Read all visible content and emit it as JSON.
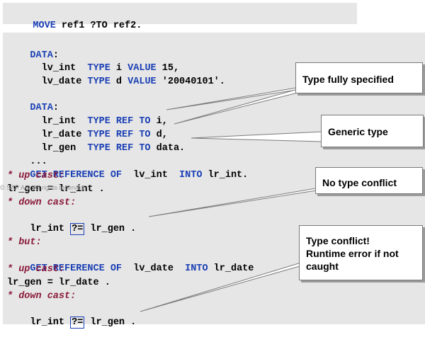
{
  "top_box": {
    "keyword": "MOVE",
    "text": " ref1 ?TO ref2."
  },
  "code": {
    "l1_kw": "DATA",
    "l1_rest": ":",
    "l2_a": "  lv_int  ",
    "l2_kw1": "TYPE",
    "l2_b": " i ",
    "l2_kw2": "VALUE",
    "l2_c": " 15,",
    "l3_a": "  lv_date ",
    "l3_kw1": "TYPE",
    "l3_b": " d ",
    "l3_kw2": "VALUE",
    "l3_c": " '20040101'.",
    "l4_kw": "DATA",
    "l4_rest": ":",
    "l5_a": "  lr_int  ",
    "l5_kw": "TYPE REF TO",
    "l5_b": " i,",
    "l6_a": "  lr_date ",
    "l6_kw": "TYPE REF TO",
    "l6_b": " d,",
    "l7_a": "  lr_gen  ",
    "l7_kw": "TYPE REF TO",
    "l7_b": " data.",
    "l8": "...",
    "l9_kw1": "GET REFERENCE OF",
    "l9_a": "  lv_int  ",
    "l9_kw2": "INTO",
    "l9_b": " lr_int.",
    "l10": "* up cast:",
    "l11": "lr_gen = lr_int .",
    "l12": "* down cast:",
    "l13_a": "lr_int ",
    "l13_op": "?=",
    "l13_b": " lr_gen .",
    "l14": "* but:",
    "l15_kw1": "GET REFERENCE OF",
    "l15_a": "  lv_date  ",
    "l15_kw2": "INTO",
    "l15_b": " lr_date",
    "l16": "* up cast:",
    "l17": "lr_gen = lr_date .",
    "l18": "* down cast:",
    "l19_a": "lr_int ",
    "l19_op": "?=",
    "l19_b": " lr_gen ."
  },
  "watermark": "© SAP AG. All rights reserved.",
  "callouts": {
    "type_fully_specified": "Type fully specified",
    "generic_type": "Generic type",
    "no_type_conflict": "No type conflict",
    "type_conflict_line1": "Type conflict!",
    "type_conflict_line2": "Runtime error if not",
    "type_conflict_line3": "caught"
  },
  "colors": {
    "keyword": "#1a3fb4",
    "comment": "#8b1a3a",
    "panel": "#e6e6e6"
  }
}
